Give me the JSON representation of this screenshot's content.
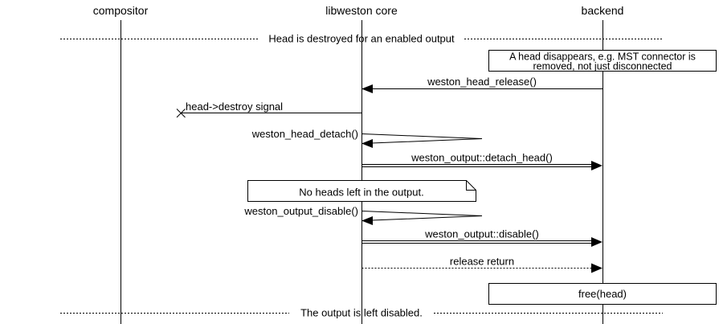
{
  "type": "sequence-diagram",
  "colors": {
    "foreground": "#000000",
    "background": "#ffffff"
  },
  "participants": [
    {
      "label": "compositor"
    },
    {
      "label": "libweston core"
    },
    {
      "label": "backend"
    }
  ],
  "dividers": [
    {
      "label": "Head is destroyed for an enabled output"
    },
    {
      "label": "The output is left disabled."
    }
  ],
  "notes": {
    "head_disappears": {
      "line1": "A head disappears, e.g. MST connector is",
      "line2": "removed, not just disconnected"
    },
    "no_heads_left": {
      "label": "No heads left in the output."
    }
  },
  "messages": {
    "head_release": {
      "label": "weston_head_release()",
      "from": "backend",
      "to": "libweston core",
      "line": "solid",
      "arrow": "left"
    },
    "destroy_signal": {
      "label": "head->destroy signal",
      "from": "libweston core",
      "to": "lost",
      "line": "solid",
      "arrow": "lost-cross"
    },
    "head_detach": {
      "label": "weston_head_detach()",
      "from": "libweston core",
      "to": "libweston core",
      "line": "self",
      "arrow": "left"
    },
    "detach_head": {
      "label": "weston_output::detach_head()",
      "from": "libweston core",
      "to": "backend",
      "line": "double",
      "arrow": "right"
    },
    "output_disable": {
      "label": "weston_output_disable()",
      "from": "libweston core",
      "to": "libweston core",
      "line": "self",
      "arrow": "left"
    },
    "disable": {
      "label": "weston_output::disable()",
      "from": "libweston core",
      "to": "backend",
      "line": "double",
      "arrow": "right"
    },
    "release_return": {
      "label": "release return",
      "from": "libweston core",
      "to": "backend",
      "line": "dotted",
      "arrow": "right"
    }
  },
  "actions": {
    "free_head": {
      "label": "free(head)",
      "on": "backend"
    }
  }
}
